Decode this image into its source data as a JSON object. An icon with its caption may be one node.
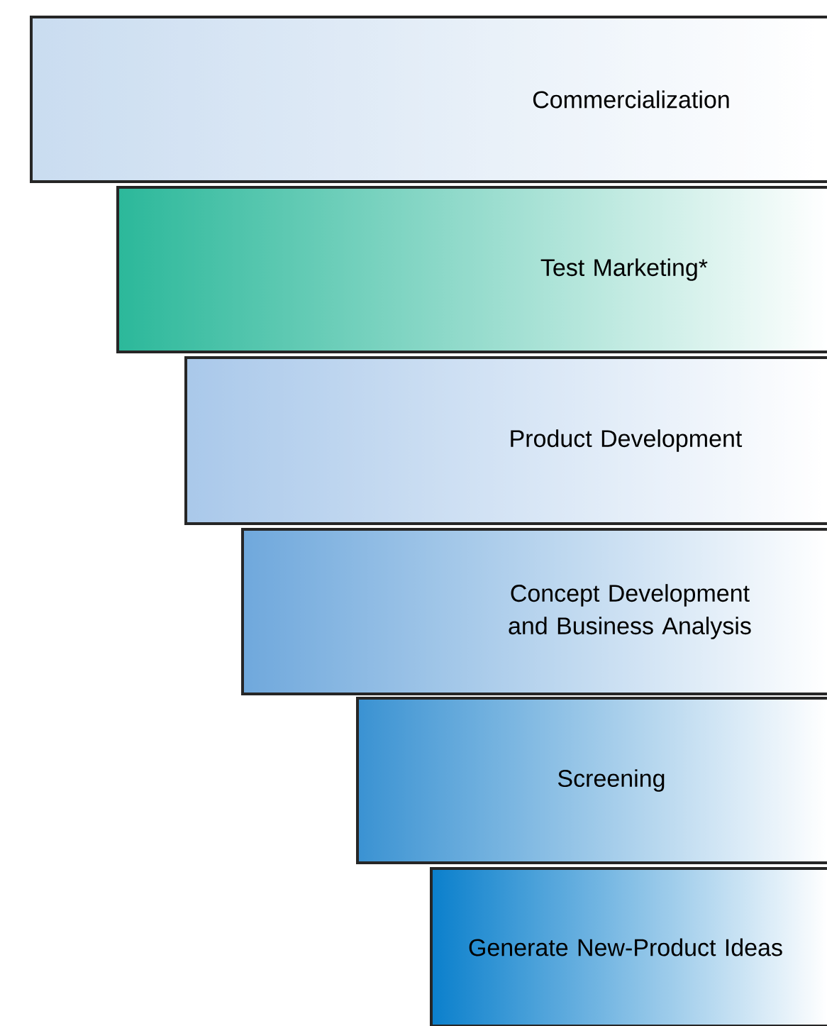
{
  "diagram": {
    "nodes": [
      {
        "text": [
          "Commercialization"
        ]
      },
      {
        "text": [
          "Test Marketing*"
        ]
      },
      {
        "text": [
          "Product Development"
        ]
      },
      {
        "text": [
          "Concept Development and Business Analysis"
        ]
      },
      {
        "text": [
          "Screening"
        ]
      },
      {
        "text": [
          "Generate New-Product Ideas"
        ]
      }
    ]
  }
}
